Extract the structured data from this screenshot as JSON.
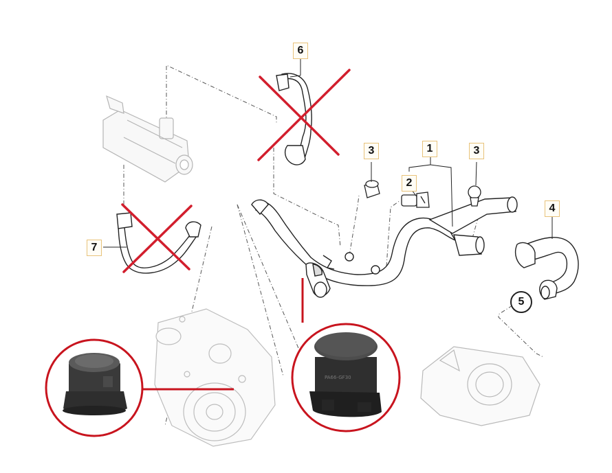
{
  "callouts": {
    "one": "1",
    "two": "2",
    "three_a": "3",
    "three_b": "3",
    "four": "4",
    "five": "5",
    "six": "6",
    "seven": "7"
  },
  "photo_right_marking": "PA66-GF30",
  "colors": {
    "line": "#222222",
    "hose_fill": "#ffffff",
    "strike_red": "#d21e2d",
    "highlight_red": "#c8141e",
    "callout_border": "#e8c27a",
    "ghost_gray": "#b4b4b4",
    "cap_black": "#2a2a2a"
  }
}
